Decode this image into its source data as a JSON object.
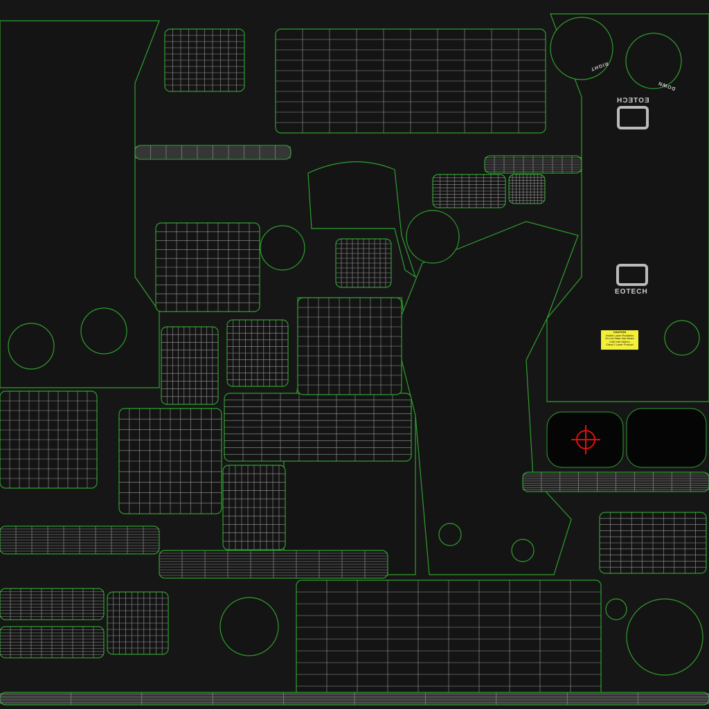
{
  "texts": {
    "brand_top": "EOTECH",
    "brand_mid": "EOTECH",
    "right_label": "RIGHT",
    "down_label": "DOWN"
  },
  "caution_label": {
    "title": "CAUTION",
    "line1": "Visible Laser Radiation",
    "line2": "Do not Stare into Beam",
    "line3": "0.80 mW 650nm",
    "line4": "Class II Laser Product"
  },
  "colors": {
    "background": "#161616",
    "uv_edge": "#2fa02f",
    "wire": "#9a9a9a",
    "reticle": "#e01010",
    "label": "#f4ef3a"
  },
  "icons": [
    "reticle-icon",
    "eotech-logo-icon"
  ]
}
